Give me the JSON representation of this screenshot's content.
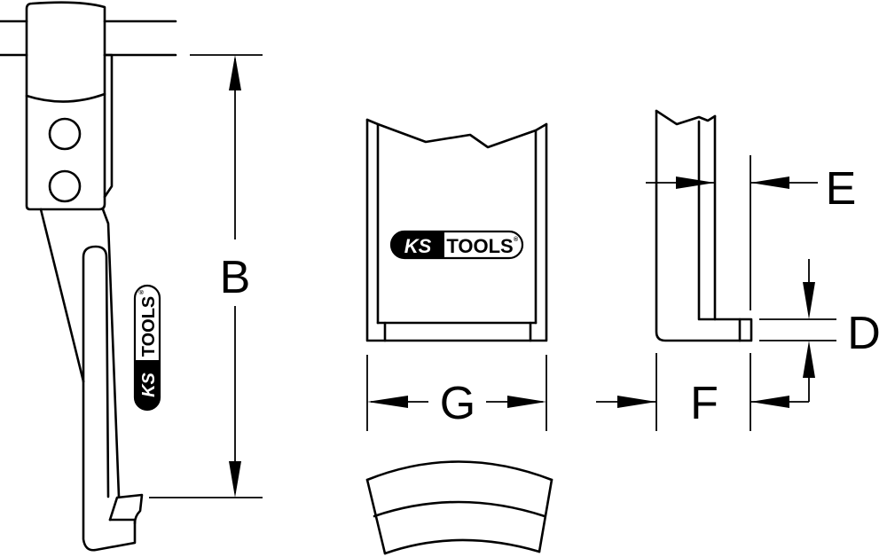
{
  "diagram": {
    "type": "technical-dimension-drawing",
    "subject": "puller jaw",
    "stroke_color": "#000000",
    "background_color": "#ffffff"
  },
  "brand": {
    "logo_ks": "KS",
    "logo_tools": "TOOLS",
    "logo_registered": "®"
  },
  "dimensions": {
    "B": "B",
    "D": "D",
    "E": "E",
    "F": "F",
    "G": "G"
  },
  "views": [
    {
      "name": "side-view-jaw",
      "dimension_labels": [
        "B"
      ]
    },
    {
      "name": "front-view-jaw-tip",
      "dimension_labels": [
        "G"
      ]
    },
    {
      "name": "profile-view-jaw-tip",
      "dimension_labels": [
        "E",
        "D",
        "F"
      ]
    },
    {
      "name": "top-view-curved-section",
      "dimension_labels": []
    }
  ]
}
